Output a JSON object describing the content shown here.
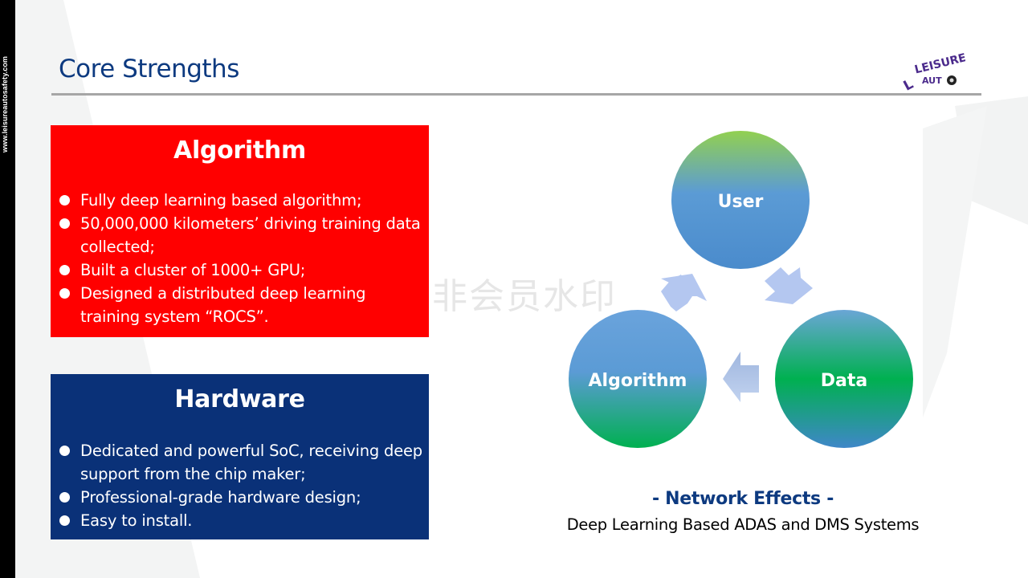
{
  "sidebar": {
    "url": "www.leisureautosafety.com"
  },
  "header": {
    "title": "Core Strengths",
    "logo": {
      "line1": "LEISURE",
      "line2": "AUTO",
      "icon": "tire-icon"
    }
  },
  "panels": {
    "algorithm": {
      "title": "Algorithm",
      "color": "#ff0000",
      "items": [
        "Fully deep learning based algorithm;",
        "50,000,000 kilometers’ driving training data collected;",
        "Built a cluster of 1000+ GPU;",
        "Designed a distributed deep learning training system “ROCS”."
      ]
    },
    "hardware": {
      "title": "Hardware",
      "color": "#0a3178",
      "items": [
        "Dedicated and powerful SoC, receiving deep support from the chip maker;",
        "Professional-grade hardware design;",
        "Easy to install."
      ]
    }
  },
  "watermark": "非会员水印",
  "diagram": {
    "nodes": {
      "user": "User",
      "data": "Data",
      "algorithm": "Algorithm"
    },
    "flow": [
      "User → Data",
      "Data → Algorithm",
      "Algorithm → User"
    ],
    "arrow_color": "#b4c7f0"
  },
  "caption": {
    "title": "- Network Effects -",
    "subtitle": "Deep Learning Based ADAS and DMS Systems"
  }
}
